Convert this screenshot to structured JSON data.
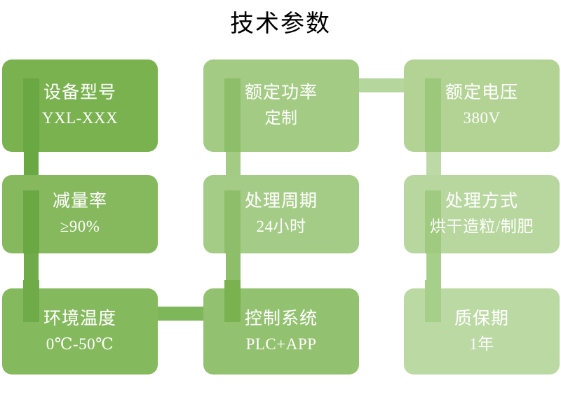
{
  "page": {
    "title": "技术参数",
    "background": "#ffffff",
    "text_color": "#ffffff",
    "title_color": "#000000"
  },
  "palette": {
    "green_dark": "#76b04c",
    "green_mid": "#8dbf6a",
    "green_light": "#a9ce8c",
    "green_pale": "#b9d8a0",
    "connector_dark": "#6aa844",
    "connector_mid": "#7eb75a",
    "connector_light": "#a9ce8c",
    "connector_pale": "#bcd9a6"
  },
  "cards": [
    {
      "id": "device-model",
      "label": "设备型号",
      "value": "YXL-XXX",
      "fill": "#79b24f",
      "stub": "#6aa844",
      "row": 1,
      "col": 1
    },
    {
      "id": "rated-power",
      "label": "额定功率",
      "value": "定制",
      "fill": "#a3cb84",
      "stub": "#8dbf6a",
      "row": 1,
      "col": 2
    },
    {
      "id": "rated-voltage",
      "label": "额定电压",
      "value": "380V",
      "fill": "#b2d394",
      "stub": "#9cc87c",
      "row": 1,
      "col": 3
    },
    {
      "id": "reduction-rate",
      "label": "减量率",
      "value": "≥90%",
      "fill": "#86b95e",
      "stub": "#6aa844",
      "row": 2,
      "col": 1
    },
    {
      "id": "treatment-cycle",
      "label": "处理周期",
      "value": "24小时",
      "fill": "#a5cc87",
      "stub": "#8dbf6a",
      "row": 2,
      "col": 2
    },
    {
      "id": "treatment-method",
      "label": "处理方式",
      "value": "烘干造粒/制肥",
      "fill": "#b7d79e",
      "stub": "#a0ca80",
      "row": 2,
      "col": 3
    },
    {
      "id": "ambient-temperature",
      "label": "环境温度",
      "value": "0℃-50℃",
      "fill": "#85b95e",
      "stub": "#6fab48",
      "row": 3,
      "col": 1
    },
    {
      "id": "control-system",
      "label": "控制系统",
      "value": "PLC+APP",
      "fill": "#92c16f",
      "stub": "#79b24f",
      "row": 3,
      "col": 2
    },
    {
      "id": "warranty-period",
      "label": "质保期",
      "value": "1年",
      "fill": "#bbd9a3",
      "stub": "#a6d08a",
      "row": 3,
      "col": 3
    }
  ],
  "connectors": [
    {
      "id": "h-row1-col2-col3",
      "orientation": "horizontal",
      "color": "#b5d69c"
    },
    {
      "id": "v-col1-row1-row2",
      "orientation": "vertical",
      "color": "#6aa844"
    },
    {
      "id": "v-col2-row1-row2",
      "orientation": "vertical",
      "color": "#a3cb84"
    },
    {
      "id": "v-col3-row1-row2",
      "orientation": "vertical",
      "color": "#bcd9a6"
    },
    {
      "id": "v-col1-row2-row3",
      "orientation": "vertical",
      "color": "#6fab48"
    },
    {
      "id": "v-col2-row2-row3",
      "orientation": "vertical",
      "color": "#8dbf6a"
    },
    {
      "id": "v-col3-row2-row3",
      "orientation": "vertical",
      "color": "#a6d08a"
    },
    {
      "id": "h-row3-col1-col2",
      "orientation": "horizontal",
      "color": "#7eb75a"
    }
  ]
}
